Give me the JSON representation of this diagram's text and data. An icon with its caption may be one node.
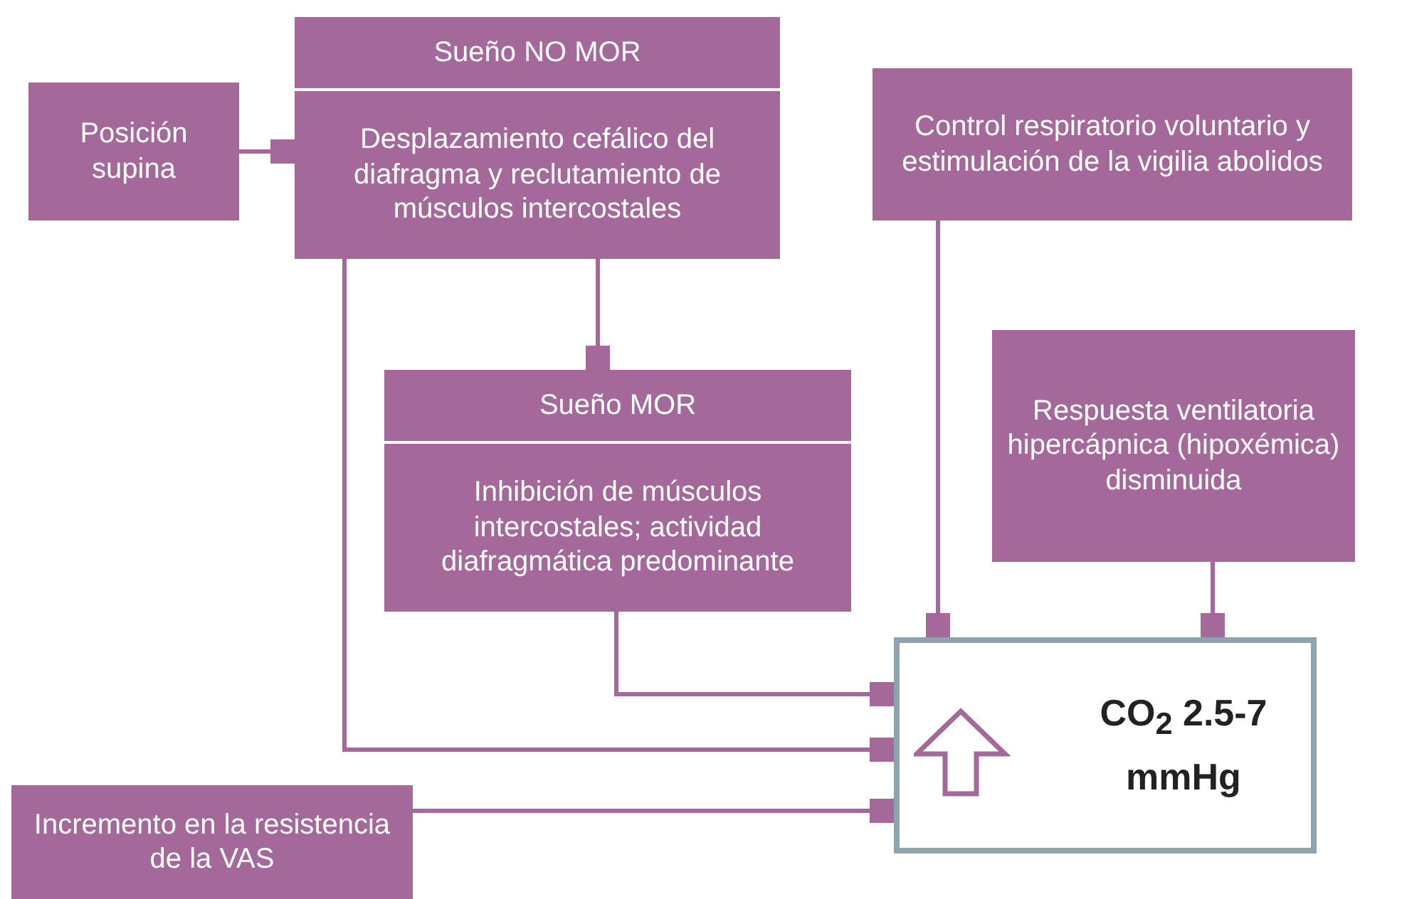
{
  "diagram": {
    "nodes": [
      {
        "text": [
          "Posición supina"
        ]
      },
      {
        "text": [
          "Sueño NO MOR",
          "Desplazamiento cefálico del diafragma y reclutamiento de músculos intercostales"
        ]
      },
      {
        "text": [
          "Sueño MOR",
          "Inhibición de músculos intercostales; actividad diafragmática predominante"
        ]
      },
      {
        "text": [
          "Control respiratorio voluntario y estimulación de la vigilia abolidos"
        ]
      },
      {
        "text": [
          "Respuesta ventilatoria hipercápnica (hipoxémica) disminuida"
        ]
      },
      {
        "text": [
          "CO$_{2}$ 2.5-7 mmHg"
        ]
      },
      {
        "text": [
          "Incremento en la resistencia de la VAS"
        ]
      }
    ],
    "edges": [
      {
        "from": 0,
        "to": 1,
        "arrow": "other"
      },
      {
        "from": 1,
        "to": 2,
        "arrow": "other"
      },
      {
        "from": 3,
        "to": 5,
        "arrow": "other"
      },
      {
        "from": 4,
        "to": 5,
        "arrow": "other"
      },
      {
        "from": 2,
        "to": 5,
        "arrow": "other"
      },
      {
        "from": 1,
        "to": 5,
        "arrow": "other"
      },
      {
        "from": 6,
        "to": 5,
        "arrow": "other"
      }
    ]
  }
}
